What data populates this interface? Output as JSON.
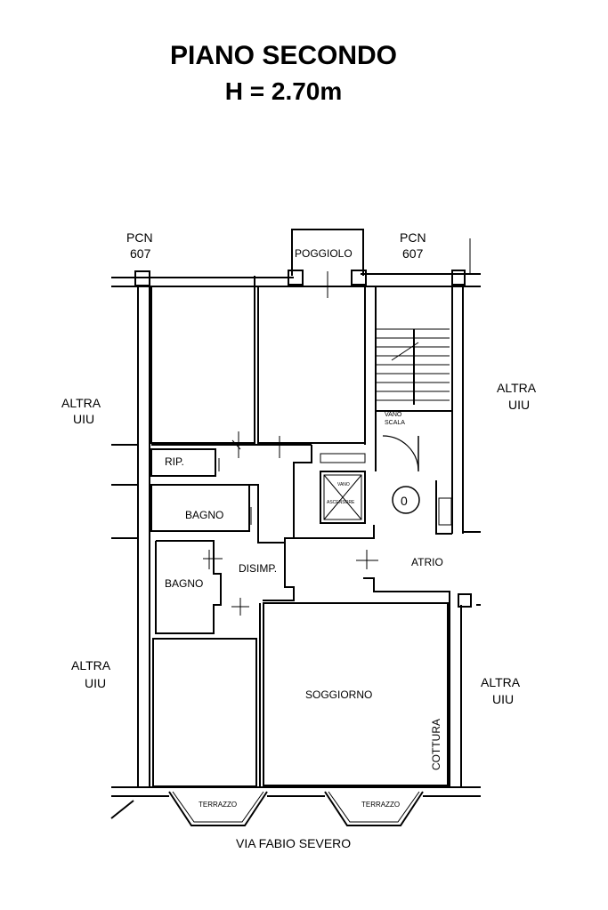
{
  "header": {
    "title": "PIANO SECONDO",
    "height": "H = 2.70m"
  },
  "labels": {
    "pcn_left_1": "PCN",
    "pcn_left_2": "607",
    "pcn_right_1": "PCN",
    "pcn_right_2": "607",
    "poggiolo": "POGGIOLO",
    "altra_1": "ALTRA",
    "uiu": "UIU",
    "rip": "RIP.",
    "bagno": "BAGNO",
    "disimp": "DISIMP.",
    "vano": "VANO",
    "scala": "SCALA",
    "atrio": "ATRIO",
    "soggiorno": "SOGGIORNO",
    "cottura": "COTTURA",
    "terrazzo": "TERRAZZO",
    "lift_1": "VANO",
    "lift_2": "ASCENSORE",
    "zero": "0",
    "street": "VIA FABIO SEVERO"
  }
}
